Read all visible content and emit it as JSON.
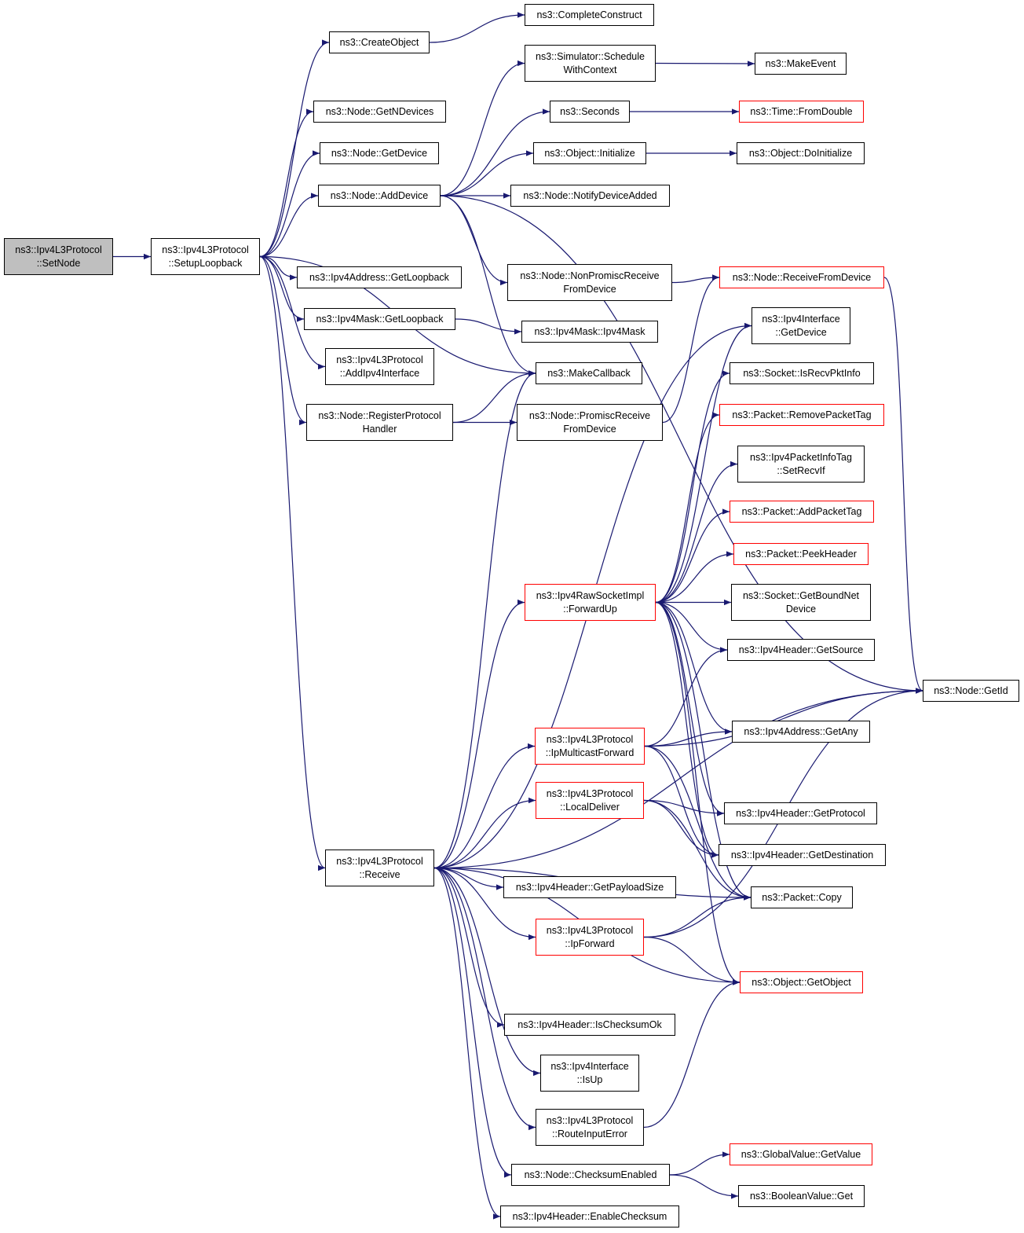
{
  "colors": {
    "edge": "#191970",
    "node_border": "#000000",
    "node_border_external": "#ff0000",
    "root_fill": "#bfbfbf",
    "background": "#ffffff"
  },
  "nodes": {
    "setnode": {
      "lines": [
        "ns3::Ipv4L3Protocol",
        "::SetNode"
      ]
    },
    "setuploopback": {
      "lines": [
        "ns3::Ipv4L3Protocol",
        "::SetupLoopback"
      ]
    },
    "createobject": {
      "lines": [
        "ns3::CreateObject"
      ]
    },
    "completeconstruct": {
      "lines": [
        "ns3::CompleteConstruct"
      ]
    },
    "schedulewithcontext": {
      "lines": [
        "ns3::Simulator::Schedule",
        "WithContext"
      ]
    },
    "makeevent": {
      "lines": [
        "ns3::MakeEvent"
      ]
    },
    "getndevices": {
      "lines": [
        "ns3::Node::GetNDevices"
      ]
    },
    "seconds": {
      "lines": [
        "ns3::Seconds"
      ]
    },
    "fromdouble": {
      "lines": [
        "ns3::Time::FromDouble"
      ]
    },
    "getdevice": {
      "lines": [
        "ns3::Node::GetDevice"
      ]
    },
    "initialize": {
      "lines": [
        "ns3::Object::Initialize"
      ]
    },
    "doinitialize": {
      "lines": [
        "ns3::Object::DoInitialize"
      ]
    },
    "adddevice": {
      "lines": [
        "ns3::Node::AddDevice"
      ]
    },
    "notifydeviceadded": {
      "lines": [
        "ns3::Node::NotifyDeviceAdded"
      ]
    },
    "nonpromiscreceive": {
      "lines": [
        "ns3::Node::NonPromiscReceive",
        "FromDevice"
      ]
    },
    "receivefromdevice": {
      "lines": [
        "ns3::Node::ReceiveFromDevice"
      ]
    },
    "ipv4addrgetloopback": {
      "lines": [
        "ns3::Ipv4Address::GetLoopback"
      ]
    },
    "ipv4maskgetloopback": {
      "lines": [
        "ns3::Ipv4Mask::GetLoopback"
      ]
    },
    "ipv4mask": {
      "lines": [
        "ns3::Ipv4Mask::Ipv4Mask"
      ]
    },
    "ipv4ifgetdevice": {
      "lines": [
        "ns3::Ipv4Interface",
        "::GetDevice"
      ]
    },
    "addipv4interface": {
      "lines": [
        "ns3::Ipv4L3Protocol",
        "::AddIpv4Interface"
      ]
    },
    "makecallback": {
      "lines": [
        "ns3::MakeCallback"
      ]
    },
    "isrecvpktinfo": {
      "lines": [
        "ns3::Socket::IsRecvPktInfo"
      ]
    },
    "registerprotocol": {
      "lines": [
        "ns3::Node::RegisterProtocol",
        "Handler"
      ]
    },
    "promiscreceive": {
      "lines": [
        "ns3::Node::PromiscReceive",
        "FromDevice"
      ]
    },
    "removepackettag": {
      "lines": [
        "ns3::Packet::RemovePacketTag"
      ]
    },
    "setrecvif": {
      "lines": [
        "ns3::Ipv4PacketInfoTag",
        "::SetRecvIf"
      ]
    },
    "addpackettag": {
      "lines": [
        "ns3::Packet::AddPacketTag"
      ]
    },
    "peekheader": {
      "lines": [
        "ns3::Packet::PeekHeader"
      ]
    },
    "forwardup": {
      "lines": [
        "ns3::Ipv4RawSocketImpl",
        "::ForwardUp"
      ]
    },
    "getboundnetdevice": {
      "lines": [
        "ns3::Socket::GetBoundNet",
        "Device"
      ]
    },
    "getsource": {
      "lines": [
        "ns3::Ipv4Header::GetSource"
      ]
    },
    "nodegetid": {
      "lines": [
        "ns3::Node::GetId"
      ]
    },
    "ipmulticastforward": {
      "lines": [
        "ns3::Ipv4L3Protocol",
        "::IpMulticastForward"
      ]
    },
    "getany": {
      "lines": [
        "ns3::Ipv4Address::GetAny"
      ]
    },
    "localdeliver": {
      "lines": [
        "ns3::Ipv4L3Protocol",
        "::LocalDeliver"
      ]
    },
    "getprotocol": {
      "lines": [
        "ns3::Ipv4Header::GetProtocol"
      ]
    },
    "getdestination": {
      "lines": [
        "ns3::Ipv4Header::GetDestination"
      ]
    },
    "receive": {
      "lines": [
        "ns3::Ipv4L3Protocol",
        "::Receive"
      ]
    },
    "packetcopy": {
      "lines": [
        "ns3::Packet::Copy"
      ]
    },
    "getpayloadsize": {
      "lines": [
        "ns3::Ipv4Header::GetPayloadSize"
      ]
    },
    "ipforward": {
      "lines": [
        "ns3::Ipv4L3Protocol",
        "::IpForward"
      ]
    },
    "getobject": {
      "lines": [
        "ns3::Object::GetObject"
      ]
    },
    "ischecksumok": {
      "lines": [
        "ns3::Ipv4Header::IsChecksumOk"
      ]
    },
    "ipv4ifisup": {
      "lines": [
        "ns3::Ipv4Interface",
        "::IsUp"
      ]
    },
    "routeinputerror": {
      "lines": [
        "ns3::Ipv4L3Protocol",
        "::RouteInputError"
      ]
    },
    "globalgetvalue": {
      "lines": [
        "ns3::GlobalValue::GetValue"
      ]
    },
    "checksumenabled": {
      "lines": [
        "ns3::Node::ChecksumEnabled"
      ]
    },
    "booleanget": {
      "lines": [
        "ns3::BooleanValue::Get"
      ]
    },
    "enablechecksum": {
      "lines": [
        "ns3::Ipv4Header::EnableChecksum"
      ]
    }
  },
  "edges": [
    [
      "setnode",
      "setuploopback"
    ],
    [
      "setuploopback",
      "createobject"
    ],
    [
      "setuploopback",
      "getndevices"
    ],
    [
      "setuploopback",
      "getdevice"
    ],
    [
      "setuploopback",
      "adddevice"
    ],
    [
      "setuploopback",
      "makecallback"
    ],
    [
      "setuploopback",
      "ipv4addrgetloopback"
    ],
    [
      "setuploopback",
      "ipv4maskgetloopback"
    ],
    [
      "setuploopback",
      "addipv4interface"
    ],
    [
      "setuploopback",
      "registerprotocol"
    ],
    [
      "setuploopback",
      "receive"
    ],
    [
      "createobject",
      "completeconstruct"
    ],
    [
      "schedulewithcontext",
      "makeevent"
    ],
    [
      "seconds",
      "fromdouble"
    ],
    [
      "initialize",
      "doinitialize"
    ],
    [
      "adddevice",
      "schedulewithcontext"
    ],
    [
      "adddevice",
      "seconds"
    ],
    [
      "adddevice",
      "initialize"
    ],
    [
      "adddevice",
      "notifydeviceadded"
    ],
    [
      "adddevice",
      "nonpromiscreceive"
    ],
    [
      "adddevice",
      "makecallback"
    ],
    [
      "adddevice",
      "nodegetid"
    ],
    [
      "nonpromiscreceive",
      "receivefromdevice"
    ],
    [
      "receivefromdevice",
      "nodegetid"
    ],
    [
      "ipv4maskgetloopback",
      "ipv4mask"
    ],
    [
      "registerprotocol",
      "makecallback"
    ],
    [
      "registerprotocol",
      "promiscreceive"
    ],
    [
      "promiscreceive",
      "receivefromdevice"
    ],
    [
      "forwardup",
      "ipv4ifgetdevice"
    ],
    [
      "forwardup",
      "isrecvpktinfo"
    ],
    [
      "forwardup",
      "removepackettag"
    ],
    [
      "forwardup",
      "setrecvif"
    ],
    [
      "forwardup",
      "addpackettag"
    ],
    [
      "forwardup",
      "peekheader"
    ],
    [
      "forwardup",
      "getboundnetdevice"
    ],
    [
      "forwardup",
      "getsource"
    ],
    [
      "forwardup",
      "getany"
    ],
    [
      "forwardup",
      "getprotocol"
    ],
    [
      "forwardup",
      "getdestination"
    ],
    [
      "forwardup",
      "packetcopy"
    ],
    [
      "forwardup",
      "getobject"
    ],
    [
      "ipmulticastforward",
      "getsource"
    ],
    [
      "ipmulticastforward",
      "getany"
    ],
    [
      "ipmulticastforward",
      "nodegetid"
    ],
    [
      "ipmulticastforward",
      "getdestination"
    ],
    [
      "ipmulticastforward",
      "packetcopy"
    ],
    [
      "localdeliver",
      "getprotocol"
    ],
    [
      "localdeliver",
      "getdestination"
    ],
    [
      "localdeliver",
      "packetcopy"
    ],
    [
      "ipforward",
      "packetcopy"
    ],
    [
      "ipforward",
      "getobject"
    ],
    [
      "ipforward",
      "nodegetid"
    ],
    [
      "routeinputerror",
      "getobject"
    ],
    [
      "checksumenabled",
      "globalgetvalue"
    ],
    [
      "checksumenabled",
      "booleanget"
    ],
    [
      "receive",
      "makecallback"
    ],
    [
      "receive",
      "ipv4ifgetdevice"
    ],
    [
      "receive",
      "forwardup"
    ],
    [
      "receive",
      "nodegetid"
    ],
    [
      "receive",
      "ipmulticastforward"
    ],
    [
      "receive",
      "localdeliver"
    ],
    [
      "receive",
      "packetcopy"
    ],
    [
      "receive",
      "getpayloadsize"
    ],
    [
      "receive",
      "ipforward"
    ],
    [
      "receive",
      "getobject"
    ],
    [
      "receive",
      "ischecksumok"
    ],
    [
      "receive",
      "ipv4ifisup"
    ],
    [
      "receive",
      "routeinputerror"
    ],
    [
      "receive",
      "checksumenabled"
    ],
    [
      "receive",
      "enablechecksum"
    ]
  ]
}
